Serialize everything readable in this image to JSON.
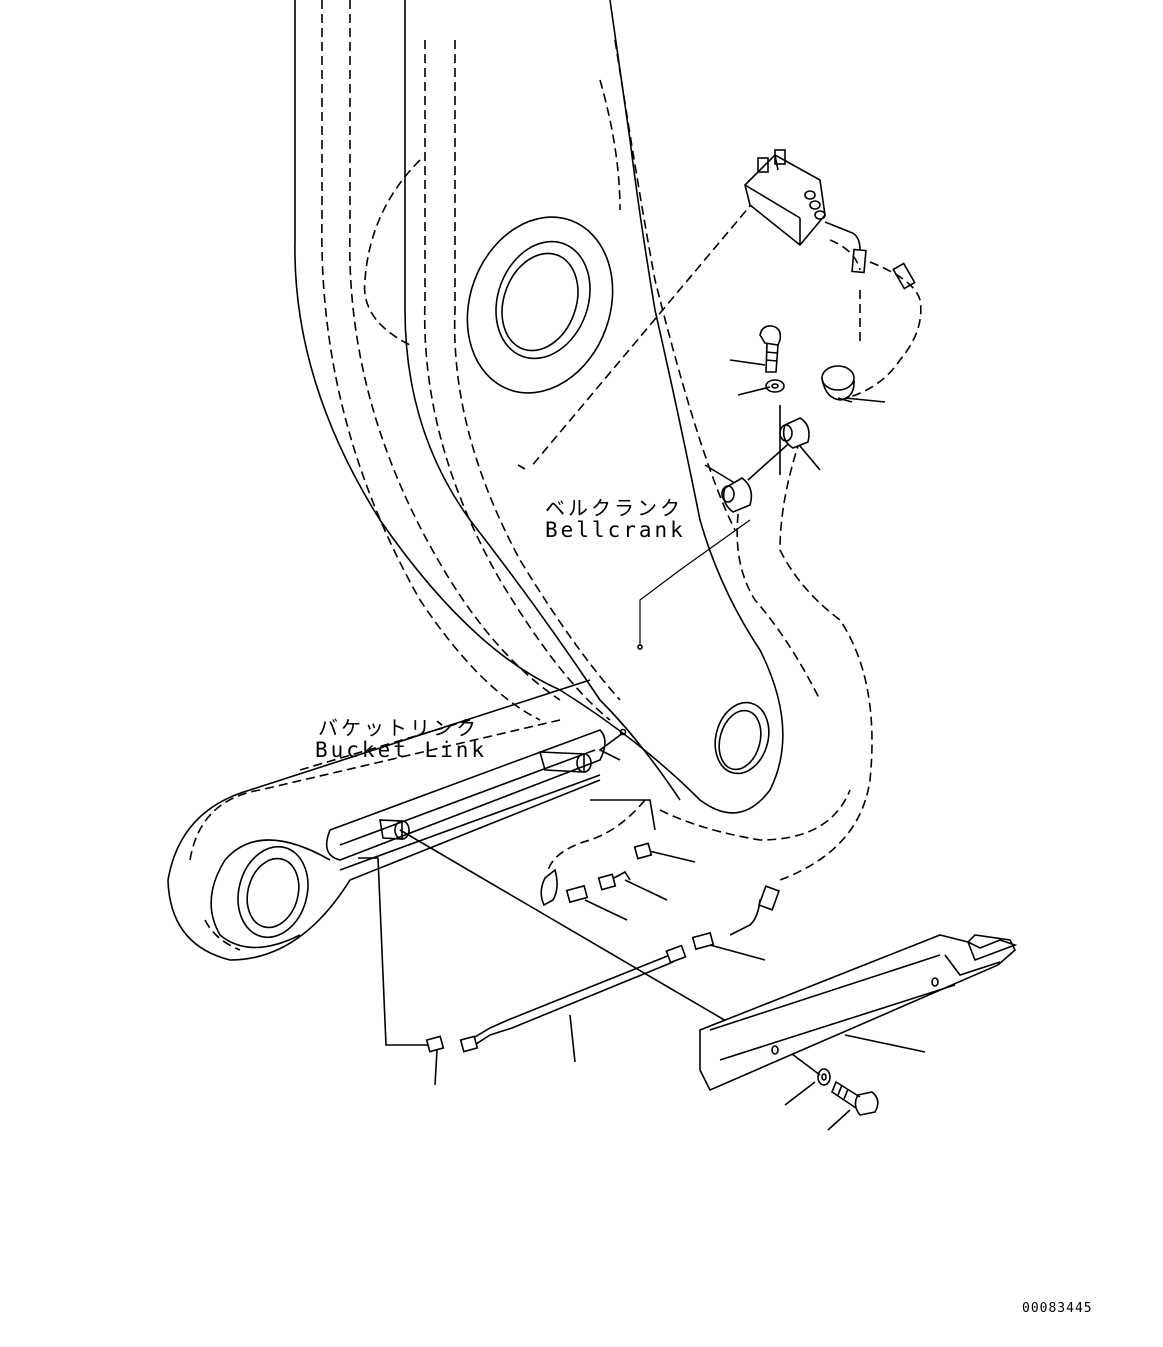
{
  "labels": {
    "bellcrank_jp": "ベルクランク",
    "bellcrank_en": "Bellcrank",
    "bucket_link_jp": "バケットリンク",
    "bucket_link_en": "Bucket Link"
  },
  "drawing_number": "00083445"
}
